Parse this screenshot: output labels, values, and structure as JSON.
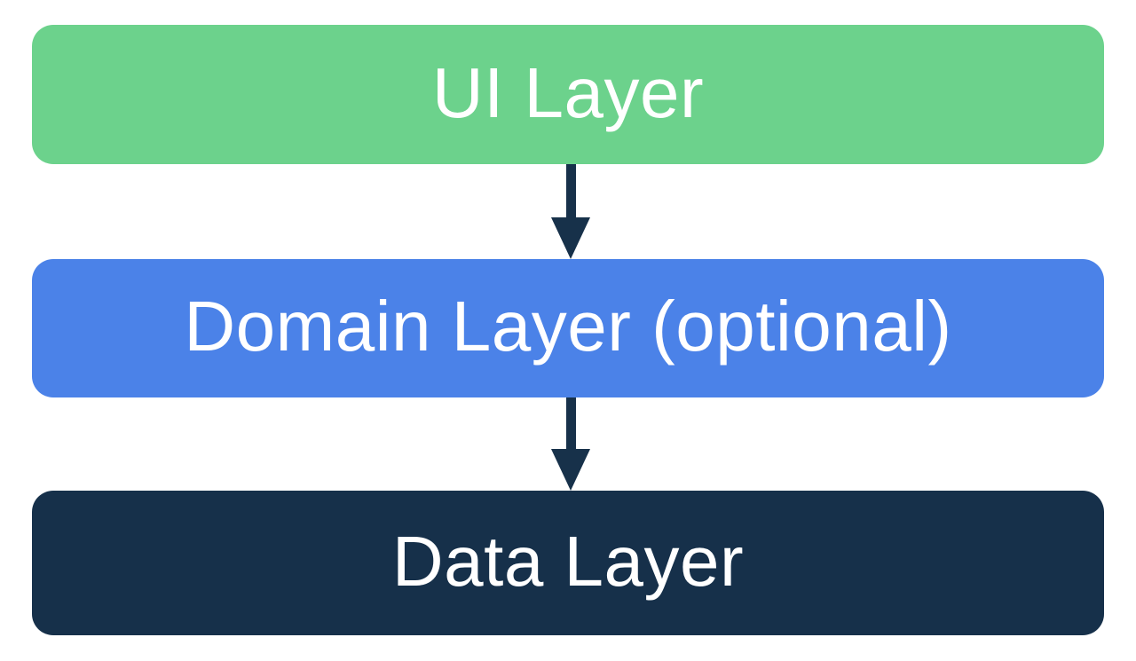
{
  "diagram": {
    "background_color": "#ffffff",
    "arrow_color": "#17314a",
    "text_color": "#ffffff",
    "layers": [
      {
        "id": "ui",
        "label": "UI Layer",
        "color": "#6cd28c"
      },
      {
        "id": "domain",
        "label": "Domain Layer (optional)",
        "color": "#4b82e8"
      },
      {
        "id": "data",
        "label": "Data Layer",
        "color": "#16304a"
      }
    ],
    "arrows": [
      {
        "from": "ui",
        "to": "domain"
      },
      {
        "from": "domain",
        "to": "data"
      }
    ]
  }
}
